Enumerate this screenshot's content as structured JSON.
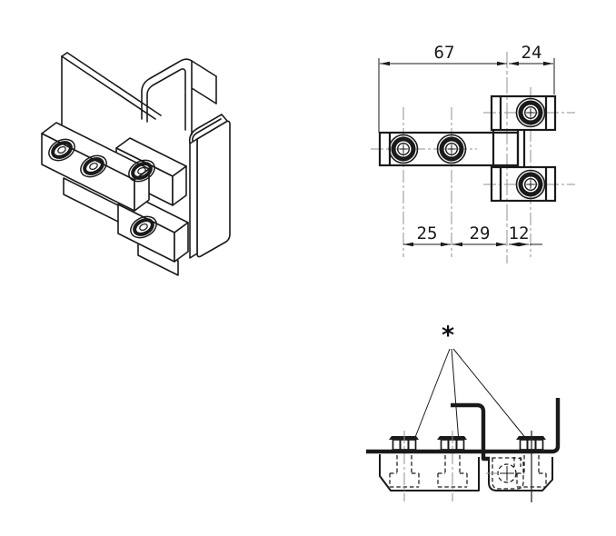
{
  "drawing": {
    "front_view": {
      "dims_top": {
        "width_left": "67",
        "width_right": "24"
      },
      "dims_bottom": {
        "spacing_1": "25",
        "spacing_2": "29",
        "spacing_3": "12"
      }
    },
    "section_view": {
      "callout_symbol": "*"
    },
    "colors": {
      "line": "#1a1a1a",
      "centerline": "#909090",
      "background": "#ffffff"
    }
  }
}
